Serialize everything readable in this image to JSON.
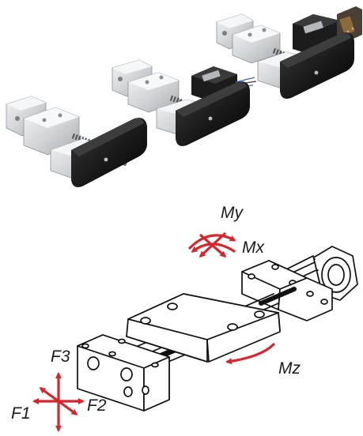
{
  "products": [
    {
      "id": "actuator-small",
      "motor": false
    },
    {
      "id": "actuator-medium",
      "motor": true
    },
    {
      "id": "actuator-large",
      "motor": true
    }
  ],
  "diagram": {
    "labels": {
      "my": "My",
      "mx": "Mx",
      "mz": "Mz",
      "f1": "F1",
      "f2": "F2",
      "f3": "F3"
    },
    "arrow_color": "#d7262b",
    "line_color": "#111111"
  }
}
